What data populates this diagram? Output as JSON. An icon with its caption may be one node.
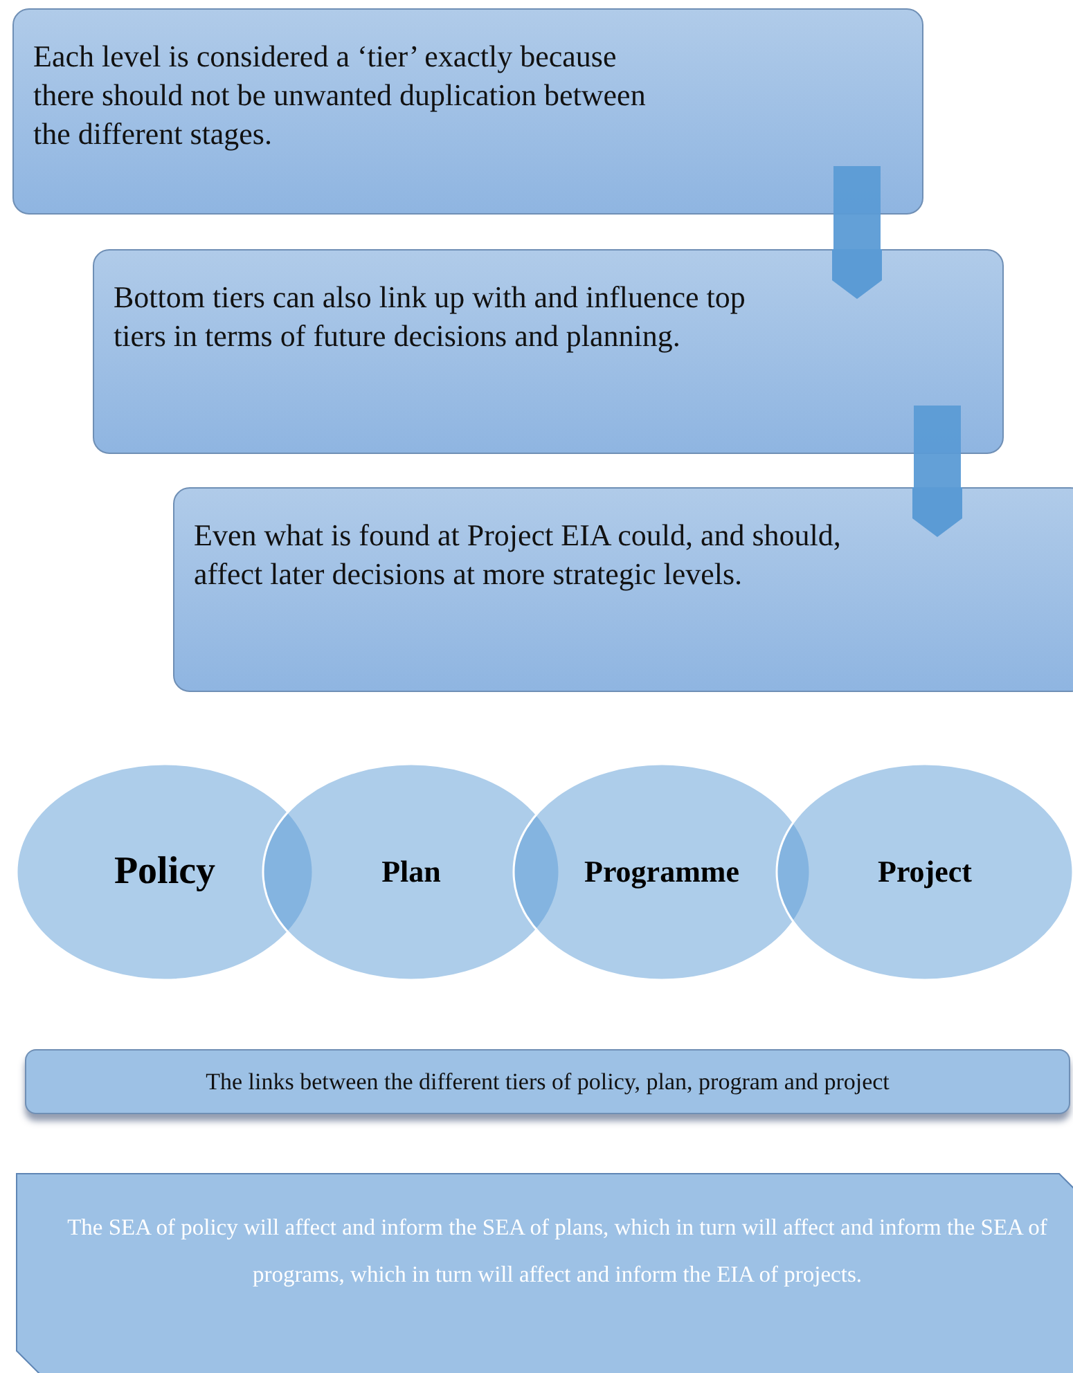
{
  "diagram": {
    "nodes": [
      {
        "text": [
          "Each level is considered a ‘tier’ exactly because there should not be unwanted duplication between the different stages."
        ]
      },
      {
        "text": [
          "Bottom tiers can also link up with and influence top tiers in terms of future decisions and planning."
        ]
      },
      {
        "text": [
          "Even what is found at Project EIA could, and should, affect later decisions at more strategic levels."
        ]
      },
      {
        "text": [
          "Policy"
        ]
      },
      {
        "text": [
          "Plan"
        ]
      },
      {
        "text": [
          "Programme"
        ]
      },
      {
        "text": [
          "Project"
        ]
      },
      {
        "text": [
          "The links between the different tiers of policy, plan, program and project"
        ]
      },
      {
        "text": [
          "The SEA of policy will affect and inform the SEA of plans, which in turn will affect and inform the SEA of programs, which in turn will affect and inform the EIA of projects."
        ]
      }
    ],
    "edges": [
      {
        "from": 0,
        "to": 1,
        "arrow": "to"
      },
      {
        "from": 1,
        "to": 2,
        "arrow": "to"
      }
    ]
  }
}
